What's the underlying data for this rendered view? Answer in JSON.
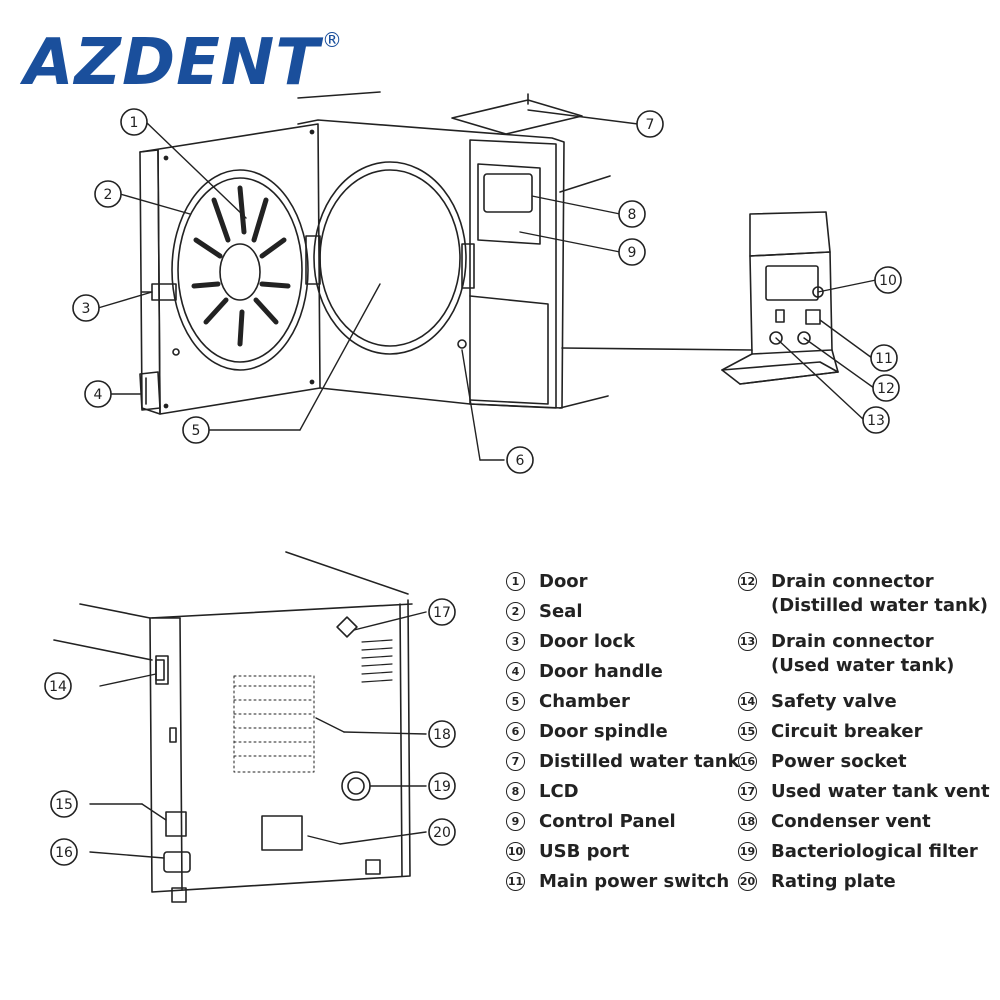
{
  "brand": {
    "name": "AZDENT",
    "reg_mark": "®"
  },
  "callouts": [
    {
      "n": "1"
    },
    {
      "n": "2"
    },
    {
      "n": "3"
    },
    {
      "n": "4"
    },
    {
      "n": "5"
    },
    {
      "n": "6"
    },
    {
      "n": "7"
    },
    {
      "n": "8"
    },
    {
      "n": "9"
    },
    {
      "n": "10"
    },
    {
      "n": "11"
    },
    {
      "n": "12"
    },
    {
      "n": "13"
    },
    {
      "n": "14"
    },
    {
      "n": "15"
    },
    {
      "n": "16"
    },
    {
      "n": "17"
    },
    {
      "n": "18"
    },
    {
      "n": "19"
    },
    {
      "n": "20"
    }
  ],
  "legend": [
    {
      "n": "1",
      "text": "Door"
    },
    {
      "n": "2",
      "text": "Seal"
    },
    {
      "n": "3",
      "text": "Door lock"
    },
    {
      "n": "4",
      "text": "Door handle"
    },
    {
      "n": "5",
      "text": "Chamber"
    },
    {
      "n": "6",
      "text": "Door spindle"
    },
    {
      "n": "7",
      "text": "Distilled water tank"
    },
    {
      "n": "8",
      "text": "LCD"
    },
    {
      "n": "9",
      "text": "Control Panel"
    },
    {
      "n": "10",
      "text": "USB port"
    },
    {
      "n": "11",
      "text": "Main power switch"
    },
    {
      "n": "12",
      "text": "Drain connector\n(Distilled water tank)"
    },
    {
      "n": "13",
      "text": "Drain connector\n(Used water tank)"
    },
    {
      "n": "14",
      "text": "Safety valve"
    },
    {
      "n": "15",
      "text": "Circuit breaker"
    },
    {
      "n": "16",
      "text": "Power socket"
    },
    {
      "n": "17",
      "text": "Used water tank vent"
    },
    {
      "n": "18",
      "text": "Condenser vent"
    },
    {
      "n": "19",
      "text": "Bacteriological filter"
    },
    {
      "n": "20",
      "text": "Rating plate"
    }
  ]
}
